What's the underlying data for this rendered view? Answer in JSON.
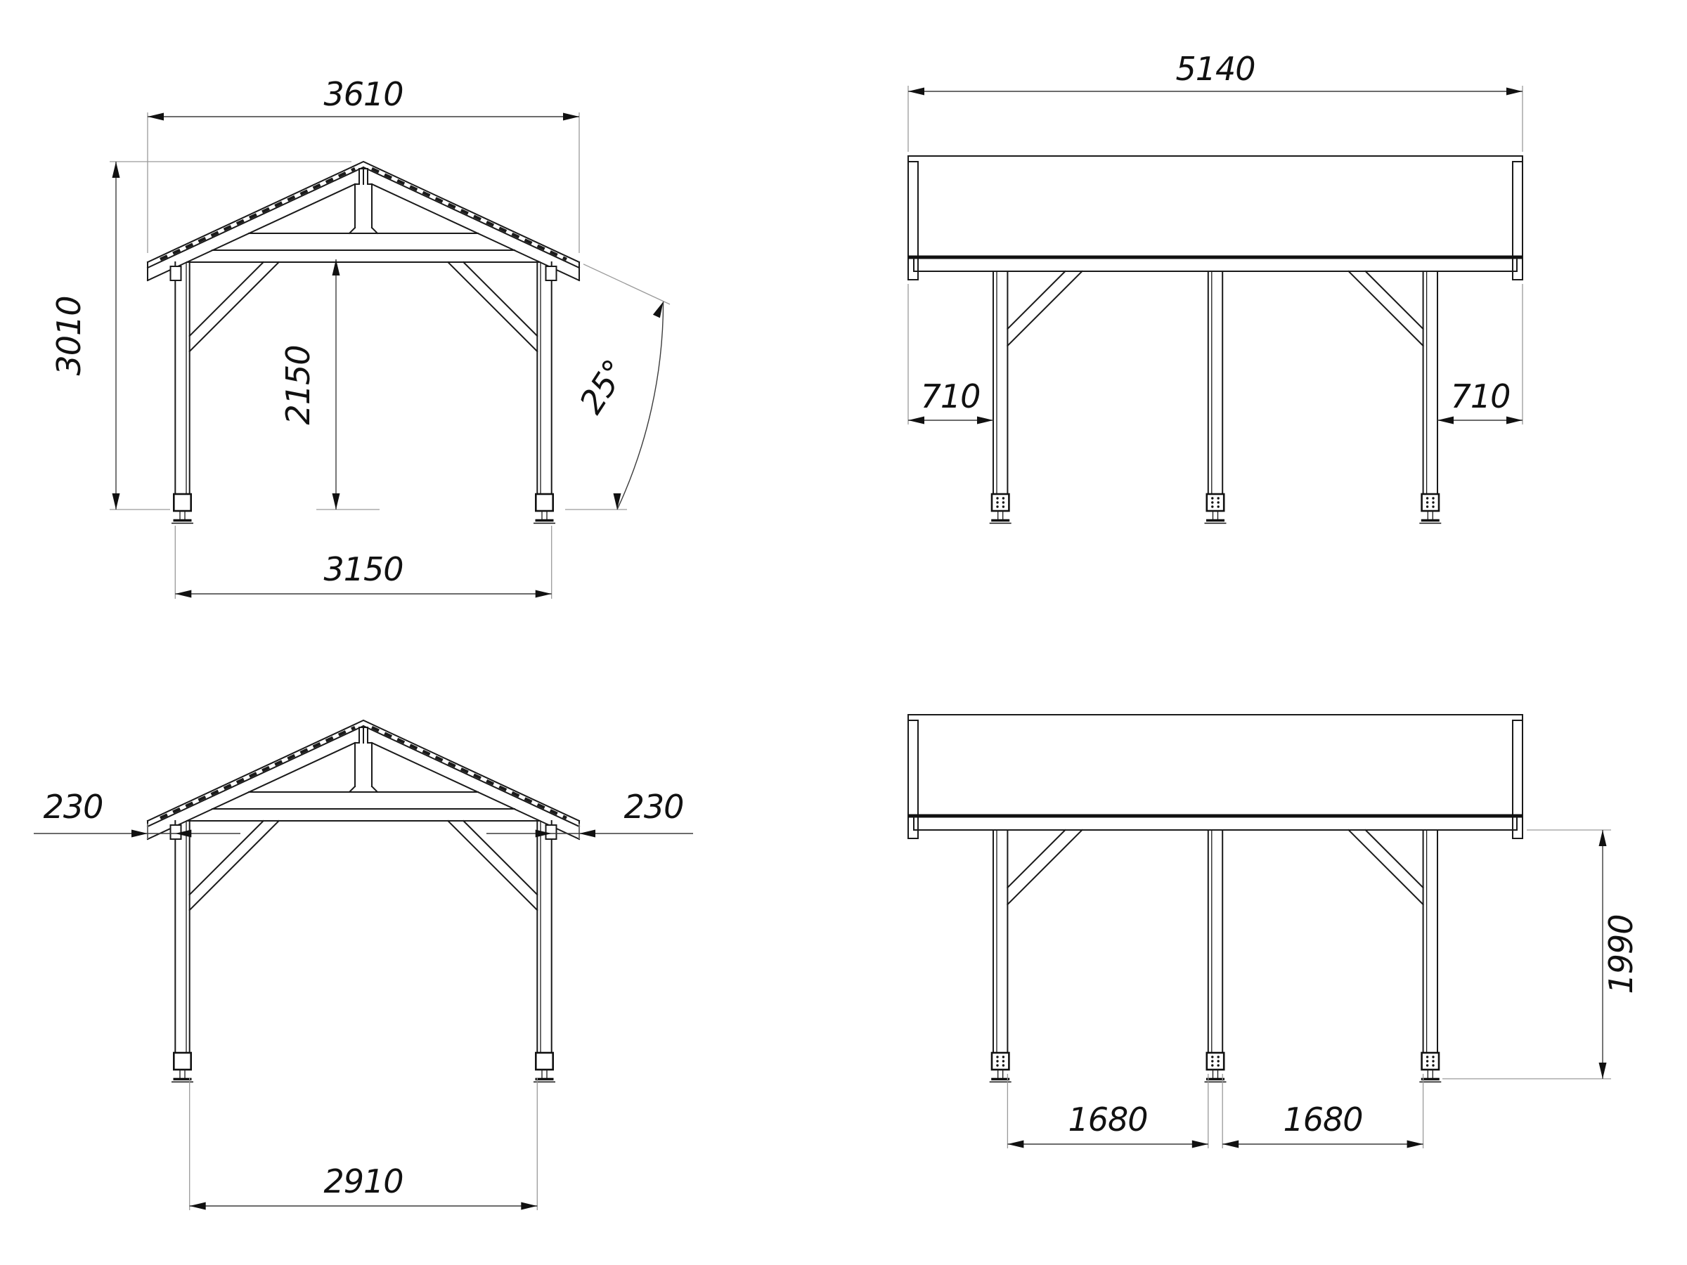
{
  "colors": {
    "background": "#ffffff",
    "structure_line": "#1a1a1a",
    "dimension_line": "#3c3c3c",
    "extension_line": "#9a9a9a",
    "text": "#111111"
  },
  "views": {
    "front_top": {
      "dims": {
        "roof_width": "3610",
        "overall_height": "3010",
        "clear_height": "2150",
        "roof_pitch": "25°",
        "post_outer_span": "3150"
      }
    },
    "side_top": {
      "dims": {
        "roof_length": "5140",
        "overhang_left": "710",
        "overhang_right": "710"
      }
    },
    "front_bottom": {
      "dims": {
        "eave_overhang_left": "230",
        "eave_overhang_right": "230",
        "clear_width": "2910"
      }
    },
    "side_bottom": {
      "dims": {
        "height_under_beam": "1990",
        "post_gap_left": "1680",
        "post_gap_right": "1680"
      }
    }
  }
}
